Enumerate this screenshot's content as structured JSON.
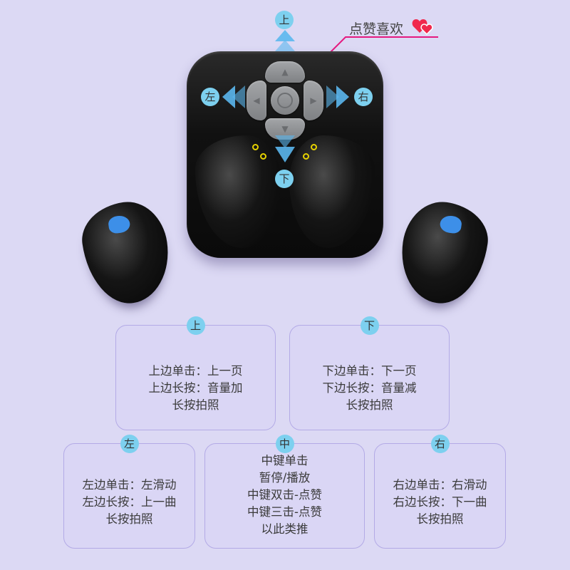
{
  "diagram": {
    "like_label": "点赞喜欢",
    "like_icon": "double-heart-icon",
    "direction_badges": {
      "up": "上",
      "down": "下",
      "left": "左",
      "right": "右"
    },
    "colors": {
      "background": "#dcd9f4",
      "badge": "#7dd0ef",
      "card_border": "#b3aae6",
      "like_line": "#e5197f",
      "heart": "#f0284c",
      "earbud_button": "#3d8fe8",
      "arrow": "#5bb7ee"
    }
  },
  "cards": {
    "up": {
      "badge": "上",
      "lines": [
        "上边单击：上一页",
        "上边长按：音量加",
        "长按拍照"
      ]
    },
    "down": {
      "badge": "下",
      "lines": [
        "下边单击：下一页",
        "下边长按：音量减",
        "长按拍照"
      ]
    },
    "left": {
      "badge": "左",
      "lines": [
        "左边单击：左滑动",
        "左边长按：上一曲",
        "长按拍照"
      ]
    },
    "center": {
      "badge": "中",
      "lines": [
        "中键单击",
        "暂停/播放",
        "中键双击-点赞",
        "中键三击-点赞",
        "以此类推"
      ]
    },
    "right": {
      "badge": "右",
      "lines": [
        "右边单击：右滑动",
        "右边长按：下一曲",
        "长按拍照"
      ]
    }
  }
}
